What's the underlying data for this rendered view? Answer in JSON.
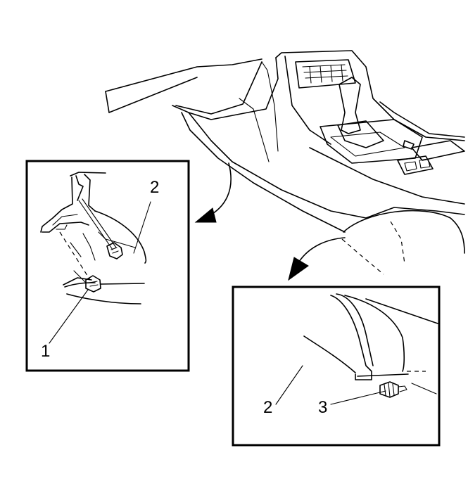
{
  "callouts": {
    "left_clip": "1",
    "left_panel": "2",
    "right_panel": "2",
    "right_screw": "3"
  }
}
